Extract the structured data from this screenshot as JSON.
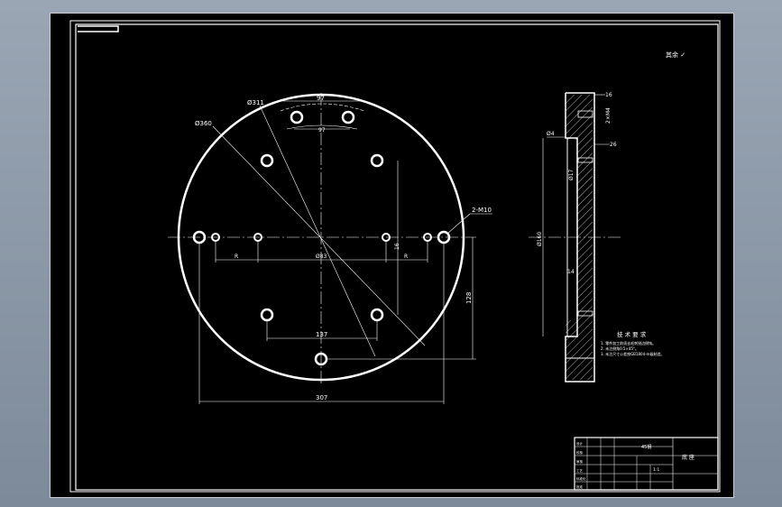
{
  "colors": {
    "background": "#000000",
    "line": "#ffffff",
    "frame": "#8a96a6"
  },
  "top_right_note": "其余 ✓",
  "front_view": {
    "dim_top_width": "97",
    "dim_slot": "97",
    "dia_outer": "Ø360",
    "dia_bolt": "Ø311",
    "hole_callout": "2-M10",
    "dim_center": "Ø83",
    "dim_left": "R",
    "dim_right": "R",
    "dim_vertical_small": "16",
    "dim_height": "128",
    "dim_bottom_inner": "137",
    "dim_overall": "307"
  },
  "section_view": {
    "dim_top": "16",
    "dim_slot": "2×M4",
    "dim_mid": "26",
    "dim_left_top": "Ø4",
    "dim_inner": "Ø17",
    "dim_bore": "Ø160",
    "dim_lower": "14"
  },
  "tech_notes": {
    "title": "技 术 要 求",
    "items": [
      "1. 零件加工前须去毛刺锐边倒钝。",
      "2. 未注倒角0.5×45°。",
      "3. 未注尺寸公差按GB1804-m级制造。"
    ]
  },
  "title_block": {
    "part_name": "底 座",
    "material": "45钢",
    "scale": "1:1",
    "labels": [
      "设计",
      "校核",
      "审核",
      "工艺",
      "标准化",
      "批准"
    ]
  }
}
